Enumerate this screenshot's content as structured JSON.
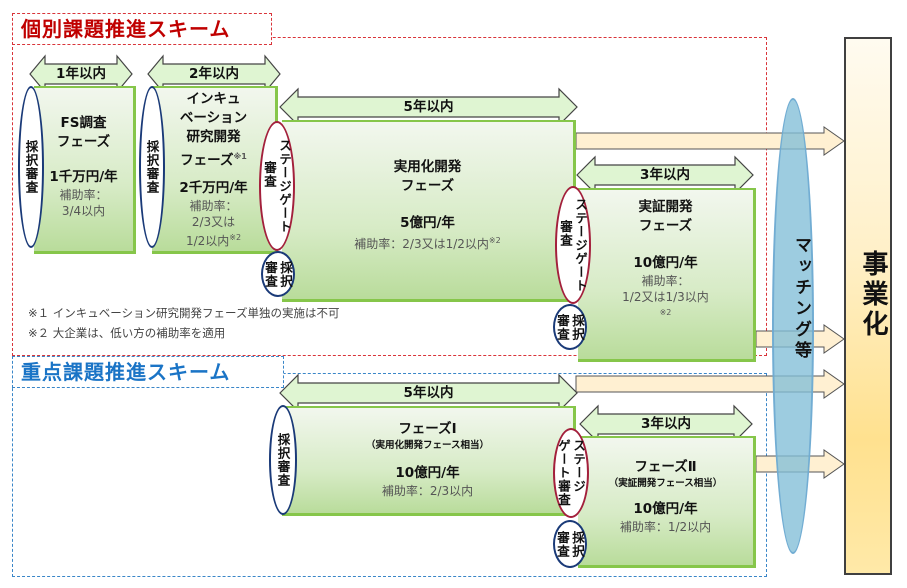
{
  "schemes": {
    "individual": {
      "title": "個別課題推進スキーム",
      "color": "#c00000"
    },
    "priority": {
      "title": "重点課題推進スキーム",
      "color": "#1a74c6"
    }
  },
  "individual_phases": [
    {
      "id": "fs",
      "duration": "1年以内",
      "name_lines": [
        "FS調査",
        "フェーズ"
      ],
      "amount": "1千万円/年",
      "rate_lines": [
        "補助率：",
        "3/4以内"
      ],
      "entry_review": "採択審査"
    },
    {
      "id": "incubation",
      "duration": "2年以内",
      "name_lines": [
        "インキュ",
        "ベーション",
        "研究開発",
        "フェーズ"
      ],
      "name_note": "※1",
      "amount": "2千万円/年",
      "rate_lines": [
        "補助率：",
        "2/3又は",
        "1/2以内"
      ],
      "rate_note": "※2",
      "entry_review": "採択審査"
    },
    {
      "id": "practical",
      "duration": "5年以内",
      "name_lines": [
        "実用化開発",
        "フェーズ"
      ],
      "amount": "5億円/年",
      "rate_lines": [
        "補助率：2/3又は1/2以内"
      ],
      "rate_note": "※2",
      "stage_gate": "ステージゲート審査",
      "entry_review": "採択審査"
    },
    {
      "id": "demonstration",
      "duration": "3年以内",
      "name_lines": [
        "実証開発",
        "フェーズ"
      ],
      "amount": "10億円/年",
      "rate_lines": [
        "補助率：",
        "1/2又は1/3以内"
      ],
      "rate_note": "※2",
      "stage_gate": "ステージゲート審査",
      "entry_review": "採択審査"
    }
  ],
  "priority_phases": [
    {
      "id": "phase1",
      "duration": "5年以内",
      "name": "フェーズⅠ",
      "sub": "（実用化開発フェース相当）",
      "amount": "10億円/年",
      "rate": "補助率：2/3以内",
      "entry_review": "採択審査"
    },
    {
      "id": "phase2",
      "duration": "3年以内",
      "name": "フェーズⅡ",
      "sub": "（実証開発フェース相当）",
      "amount": "10億円/年",
      "rate": "補助率：1/2以内",
      "stage_gate": "ステージゲート審査",
      "entry_review": "採択審査"
    }
  ],
  "review_labels": {
    "saitaku_v": "採択審査",
    "saitaku_pair": [
      "採択",
      "審査"
    ],
    "stage_main": "ステージゲート",
    "stage_sub": "審査",
    "stage2_a": "ステージ",
    "stage2_b": "ゲート審査"
  },
  "notes": [
    "※１ インキュベーション研究開発フェーズ単独の実施は不可",
    "※２ 大企業は、低い方の補助率を適用"
  ],
  "matching": {
    "label": "マッチング等"
  },
  "commercialization": {
    "label": "事業化"
  }
}
